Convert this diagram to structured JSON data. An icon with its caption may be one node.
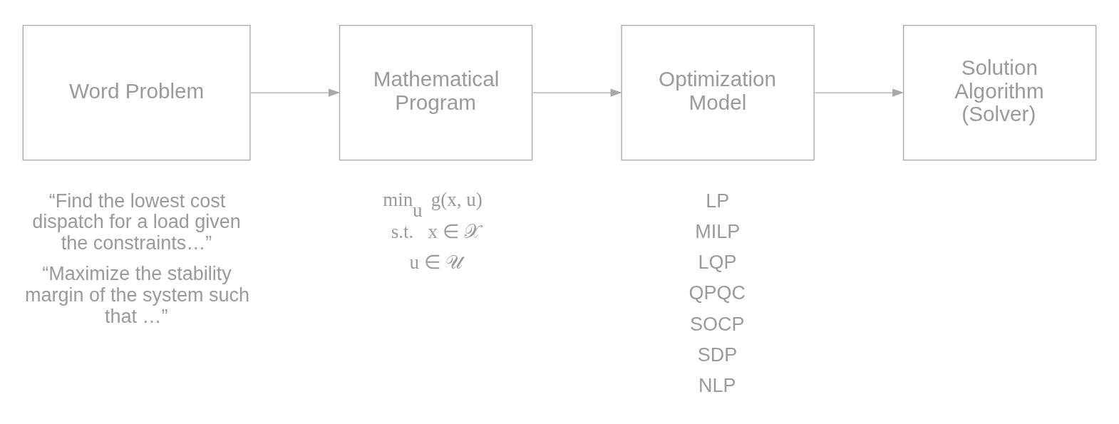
{
  "diagram": {
    "nodes": [
      {
        "text": [
          "Word Problem"
        ],
        "beside": [
          "“Find the lowest cost dispatch for a load given the constraints…”",
          "“Maximize the stability margin of the system such that …”"
        ]
      },
      {
        "text": [
          "Mathematical Program"
        ],
        "beside": [
          "min$_{u}$   g(x, u)",
          "s.t.   x ∈ 𝒳",
          "u ∈ 𝒰"
        ]
      },
      {
        "text": [
          "Optimization Model"
        ],
        "beside": [
          "LP",
          "MILP",
          "LQP",
          "QPQC",
          "SOCP",
          "SDP",
          "NLP"
        ]
      },
      {
        "text": [
          "Solution Algorithm (Solver)"
        ]
      }
    ],
    "edges": [
      {
        "from": 0,
        "to": 1,
        "arrow": "to"
      },
      {
        "from": 1,
        "to": 2,
        "arrow": "to"
      },
      {
        "from": 2,
        "to": 3,
        "arrow": "to"
      }
    ]
  }
}
